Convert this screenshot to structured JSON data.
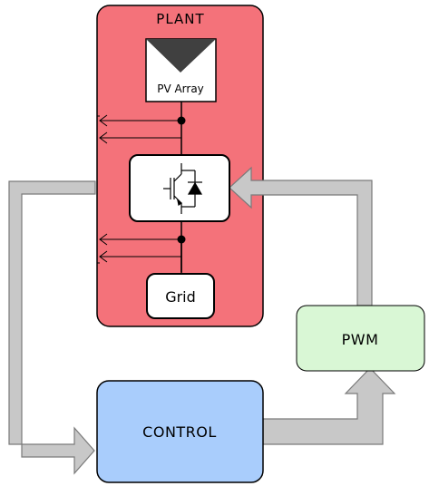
{
  "plant": {
    "title": "PLANT",
    "fill": "#f4727a",
    "pv_label": "PV Array",
    "grid_label": "Grid",
    "inverter_icon": "igbt-diode-switch-icon"
  },
  "control": {
    "label": "CONTROL",
    "fill": "#a9cdfc"
  },
  "pwm": {
    "label": "PWM",
    "fill": "#d9f7d5"
  },
  "arrows": {
    "fill": "#c8c8c8",
    "stroke": "#7a7a7a"
  }
}
